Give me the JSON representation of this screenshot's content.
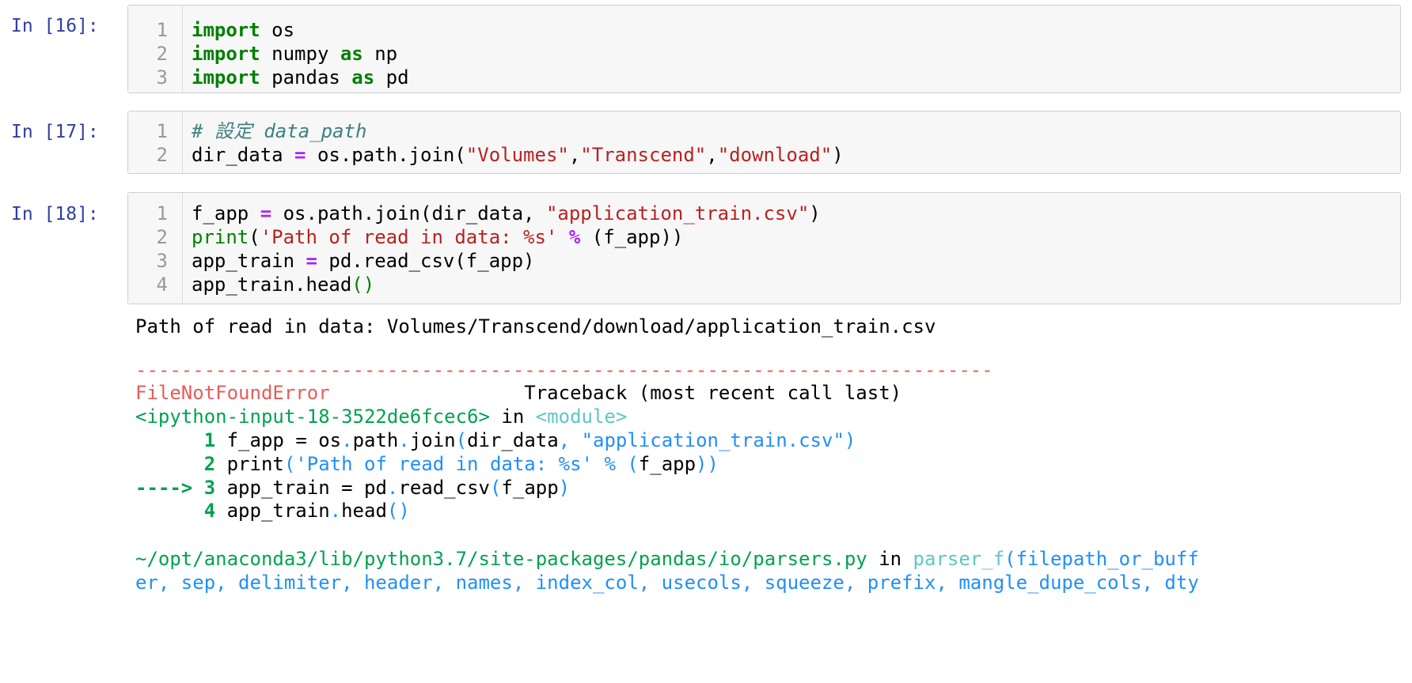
{
  "cells": [
    {
      "prompt": "In [16]:",
      "lines": [
        {
          "num": "1",
          "tokens": [
            {
              "t": "import",
              "c": "kw"
            },
            {
              "t": " os",
              "c": ""
            }
          ]
        },
        {
          "num": "2",
          "tokens": [
            {
              "t": "import",
              "c": "kw"
            },
            {
              "t": " numpy ",
              "c": ""
            },
            {
              "t": "as",
              "c": "kw"
            },
            {
              "t": " np",
              "c": ""
            }
          ]
        },
        {
          "num": "3",
          "tokens": [
            {
              "t": "import",
              "c": "kw"
            },
            {
              "t": " pandas ",
              "c": ""
            },
            {
              "t": "as",
              "c": "kw"
            },
            {
              "t": " pd",
              "c": ""
            }
          ]
        }
      ]
    },
    {
      "prompt": "In [17]:",
      "lines": [
        {
          "num": "1",
          "tokens": [
            {
              "t": "# 設定 data_path",
              "c": "cm"
            }
          ]
        },
        {
          "num": "2",
          "tokens": [
            {
              "t": "dir_data ",
              "c": ""
            },
            {
              "t": "=",
              "c": "op"
            },
            {
              "t": " os.path.join(",
              "c": ""
            },
            {
              "t": "\"Volumes\"",
              "c": "str"
            },
            {
              "t": ",",
              "c": ""
            },
            {
              "t": "\"Transcend\"",
              "c": "str"
            },
            {
              "t": ",",
              "c": ""
            },
            {
              "t": "\"download\"",
              "c": "str"
            },
            {
              "t": ")",
              "c": ""
            }
          ]
        }
      ]
    },
    {
      "prompt": "In [18]:",
      "lines": [
        {
          "num": "1",
          "tokens": [
            {
              "t": "f_app ",
              "c": ""
            },
            {
              "t": "=",
              "c": "op"
            },
            {
              "t": " os.path.join(dir_data, ",
              "c": ""
            },
            {
              "t": "\"application_train.csv\"",
              "c": "str"
            },
            {
              "t": ")",
              "c": ""
            }
          ]
        },
        {
          "num": "2",
          "tokens": [
            {
              "t": "print",
              "c": "bi"
            },
            {
              "t": "(",
              "c": ""
            },
            {
              "t": "'Path of read in data: %s'",
              "c": "str"
            },
            {
              "t": " ",
              "c": ""
            },
            {
              "t": "%",
              "c": "op"
            },
            {
              "t": " (f_app))",
              "c": ""
            }
          ]
        },
        {
          "num": "3",
          "tokens": [
            {
              "t": "app_train ",
              "c": ""
            },
            {
              "t": "=",
              "c": "op"
            },
            {
              "t": " pd.read_csv(f_app)",
              "c": ""
            }
          ]
        },
        {
          "num": "4",
          "tokens": [
            {
              "t": "app_train.head",
              "c": ""
            },
            {
              "t": "()",
              "c": "bi"
            }
          ]
        }
      ]
    }
  ],
  "output": {
    "stdout": "Path of read in data: Volumes/Transcend/download/application_train.csv",
    "tb_rule": "---------------------------------------------------------------------------",
    "error_name": "FileNotFoundError",
    "tb_header": "Traceback (most recent call last)",
    "tb_lines": [
      [
        {
          "t": "<ipython-input-18-3522de6fcec6>",
          "c": "g"
        },
        {
          "t": " in ",
          "c": ""
        },
        {
          "t": "<module>",
          "c": "cy"
        }
      ],
      [
        {
          "t": "      ",
          "c": ""
        },
        {
          "t": "1",
          "c": "gb"
        },
        {
          "t": " f_app ",
          "c": ""
        },
        {
          "t": "=",
          "c": ""
        },
        {
          "t": " os",
          "c": ""
        },
        {
          "t": ".",
          "c": "bl"
        },
        {
          "t": "path",
          "c": ""
        },
        {
          "t": ".",
          "c": "bl"
        },
        {
          "t": "join",
          "c": ""
        },
        {
          "t": "(",
          "c": "bl"
        },
        {
          "t": "dir_data",
          "c": ""
        },
        {
          "t": ",",
          "c": "bl"
        },
        {
          "t": " \"application_train.csv\")",
          "c": "bl"
        }
      ],
      [
        {
          "t": "      ",
          "c": ""
        },
        {
          "t": "2",
          "c": "gb"
        },
        {
          "t": " print",
          "c": ""
        },
        {
          "t": "('Path of read in data: %s' % (",
          "c": "bl"
        },
        {
          "t": "f_app",
          "c": ""
        },
        {
          "t": "))",
          "c": "bl"
        }
      ],
      [
        {
          "t": "----> 3",
          "c": "gb"
        },
        {
          "t": " app_train ",
          "c": ""
        },
        {
          "t": "=",
          "c": ""
        },
        {
          "t": " pd",
          "c": ""
        },
        {
          "t": ".",
          "c": "bl"
        },
        {
          "t": "read_csv",
          "c": ""
        },
        {
          "t": "(",
          "c": "bl"
        },
        {
          "t": "f_app",
          "c": ""
        },
        {
          "t": ")",
          "c": "bl"
        }
      ],
      [
        {
          "t": "      ",
          "c": ""
        },
        {
          "t": "4",
          "c": "gb"
        },
        {
          "t": " app_train",
          "c": ""
        },
        {
          "t": ".",
          "c": "bl"
        },
        {
          "t": "head",
          "c": ""
        },
        {
          "t": "()",
          "c": "bl"
        }
      ],
      [],
      [
        {
          "t": "~/opt/anaconda3/lib/python3.7/site-packages/pandas/io/parsers.py",
          "c": "g"
        },
        {
          "t": " in ",
          "c": ""
        },
        {
          "t": "parser_f",
          "c": "cy"
        },
        {
          "t": "(filepath_or_buff",
          "c": "bl"
        }
      ],
      [
        {
          "t": "er, sep, delimiter, header, names, index_col, usecols, squeeze, prefix, mangle_dupe_cols, dty",
          "c": "bl"
        }
      ]
    ]
  }
}
